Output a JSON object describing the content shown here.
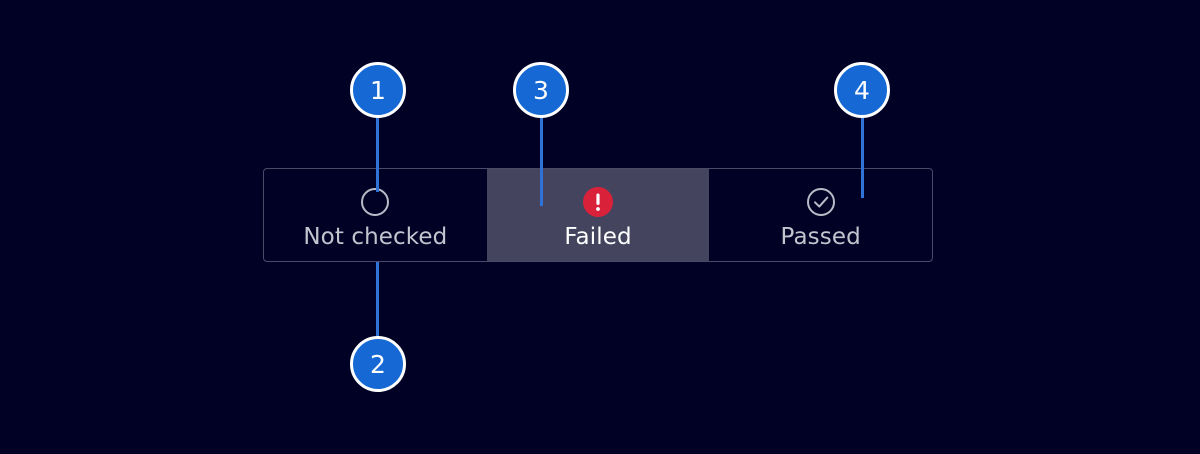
{
  "theme": {
    "background": "#010126",
    "accent_blue": "#1669d5",
    "leader_blue": "#2f73d8",
    "selected_segment_bg": "#44445f",
    "border": "#4a4a68",
    "label_color": "#c2c4ce",
    "selected_label_color": "#ffffff",
    "error_red": "#d92139",
    "icon_outline": "#b9bbc6"
  },
  "segmented_control": {
    "name": "check-status-segmented-control",
    "segments": [
      {
        "label": "Not checked",
        "icon": "empty-circle-icon",
        "selected": false
      },
      {
        "label": "Failed",
        "icon": "error-exclamation-icon",
        "selected": true
      },
      {
        "label": "Passed",
        "icon": "check-circle-icon",
        "selected": false
      }
    ]
  },
  "callouts": [
    {
      "number": "1"
    },
    {
      "number": "2"
    },
    {
      "number": "3"
    },
    {
      "number": "4"
    }
  ]
}
